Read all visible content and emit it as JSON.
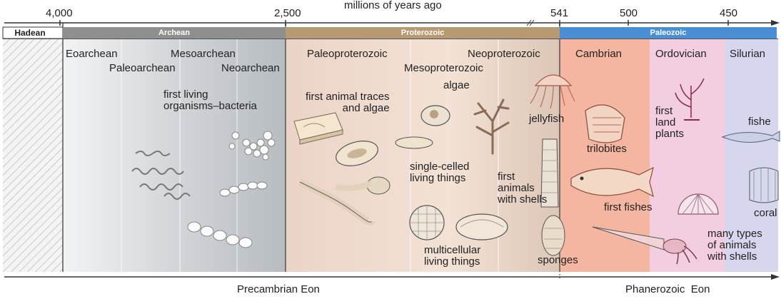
{
  "header": {
    "axis_title": "millions of years ago",
    "ticks": [
      "4,000",
      "2,500",
      "541",
      "500",
      "450"
    ]
  },
  "eons_bar": {
    "hadean": "Hadean",
    "archean": "Archean",
    "proterozoic": "Proterozoic",
    "paleozoic": "Paleozoic"
  },
  "subdivisions": {
    "eoarchean": "Eoarchean",
    "paleoarchean": "Paleoarchean",
    "mesoarchean": "Mesoarchean",
    "neoarchean": "Neoarchean",
    "paleoproterozoic": "Paleoproterozoic",
    "mesoproterozoic": "Mesoproterozoic",
    "neoproterozoic": "Neoproterozoic",
    "cambrian": "Cambrian",
    "ordovician": "Ordovician",
    "silurian": "Silurian"
  },
  "labels": {
    "first_living": "first living\norganisms–bacteria",
    "first_traces": "first animal traces\nand algae",
    "algae": "algae",
    "jellyfish": "jellyfish",
    "single_celled": "single-celled\nliving things",
    "first_shells": "first\nanimals\nwith shells",
    "trilobites": "trilobites",
    "first_land_plants": "first\nland\nplants",
    "fishes": "fishe",
    "first_fishes": "first fishes",
    "coral": "coral",
    "many_types": "many types\nof animals\nwith shells",
    "multicellular": "multicellular\nliving things",
    "sponges": "sponges"
  },
  "footer": {
    "precambrian": "Precambrian Eon",
    "phanerozoic": "Phanerozoic  Eon"
  },
  "colors": {
    "archean_bar": "#8f8f8f",
    "proterozoic_bar": "#b89a72",
    "paleozoic_bar": "#4a8fd6"
  }
}
